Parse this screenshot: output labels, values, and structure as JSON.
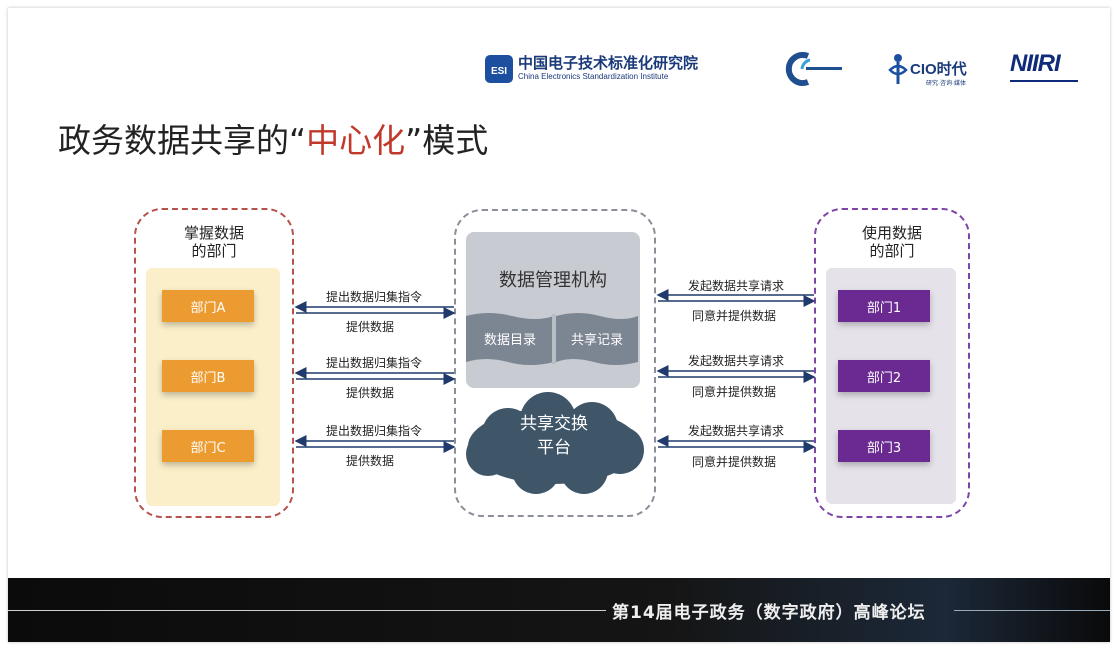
{
  "header": {
    "logos": [
      {
        "name": "ESI",
        "title": "中国电子技术标准化研究院",
        "subtitle": "China Electronics Standardization Institute"
      },
      {
        "name": "CIO时代",
        "subtitle": "研究·咨询·媒体"
      },
      {
        "name": "NIIRI"
      }
    ]
  },
  "slide": {
    "title_before": "政务数据共享的“",
    "title_highlight": "中心化",
    "title_after": "”模式"
  },
  "left_group": {
    "label_line1": "掌握数据",
    "label_line2": "的部门",
    "departments": [
      "部门A",
      "部门B",
      "部门C"
    ]
  },
  "center_group": {
    "mgmt_title": "数据管理机构",
    "catalog_label": "数据目录",
    "record_label": "共享记录",
    "platform_line1": "共享交换",
    "platform_line2": "平台"
  },
  "right_group": {
    "label_line1": "使用数据",
    "label_line2": "的部门",
    "departments": [
      "部门1",
      "部门2",
      "部门3"
    ]
  },
  "left_arrows": {
    "instruction_label": "提出数据归集指令",
    "provide_label": "提供数据"
  },
  "right_arrows": {
    "request_label": "发起数据共享请求",
    "agree_label": "同意并提供数据"
  },
  "footer": {
    "text": "第14届电子政务（数字政府）高峰论坛"
  },
  "colors": {
    "left_border": "#b5524c",
    "left_fill": "#fbefc9",
    "dept_orange": "#ec9b30",
    "center_border": "#8a8f99",
    "mgmt_fill": "#c8cbd1",
    "cloud_fill": "#3f5568",
    "right_border": "#7d45a8",
    "right_fill": "#e6e2ea",
    "dept_purple": "#6a2a92",
    "arrow": "#1f3a6b",
    "highlight_red": "#c0392b"
  }
}
